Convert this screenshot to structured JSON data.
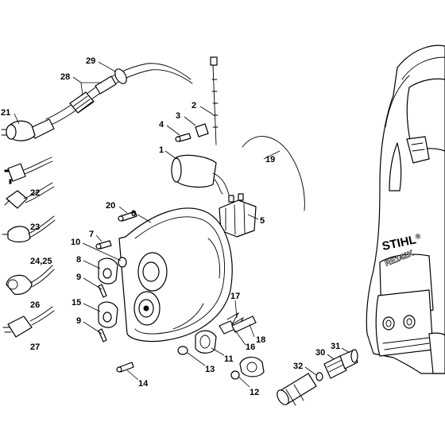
{
  "diagram": {
    "brand_text": "STIHL",
    "brand_mark": "®",
    "model_text": "RE142K",
    "callouts": [
      {
        "id": "c29",
        "label": "29"
      },
      {
        "id": "c28",
        "label": "28"
      },
      {
        "id": "c21",
        "label": "21"
      },
      {
        "id": "c22",
        "label": "22"
      },
      {
        "id": "c23",
        "label": "23"
      },
      {
        "id": "c24",
        "label": "24,25"
      },
      {
        "id": "c26",
        "label": "26"
      },
      {
        "id": "c27",
        "label": "27"
      },
      {
        "id": "c2",
        "label": "2"
      },
      {
        "id": "c3",
        "label": "3"
      },
      {
        "id": "c4",
        "label": "4"
      },
      {
        "id": "c1",
        "label": "1"
      },
      {
        "id": "c19",
        "label": "19"
      },
      {
        "id": "c6",
        "label": "6"
      },
      {
        "id": "c20",
        "label": "20"
      },
      {
        "id": "c7",
        "label": "7"
      },
      {
        "id": "c10",
        "label": "10"
      },
      {
        "id": "c8",
        "label": "8"
      },
      {
        "id": "c9a",
        "label": "9"
      },
      {
        "id": "c15",
        "label": "15"
      },
      {
        "id": "c9b",
        "label": "9"
      },
      {
        "id": "c5",
        "label": "5"
      },
      {
        "id": "c17",
        "label": "17"
      },
      {
        "id": "c18",
        "label": "18"
      },
      {
        "id": "c16",
        "label": "16"
      },
      {
        "id": "c11",
        "label": "11"
      },
      {
        "id": "c13",
        "label": "13"
      },
      {
        "id": "c12",
        "label": "12"
      },
      {
        "id": "c14",
        "label": "14"
      },
      {
        "id": "c30",
        "label": "30"
      },
      {
        "id": "c31",
        "label": "31"
      },
      {
        "id": "c32",
        "label": "32"
      }
    ]
  }
}
